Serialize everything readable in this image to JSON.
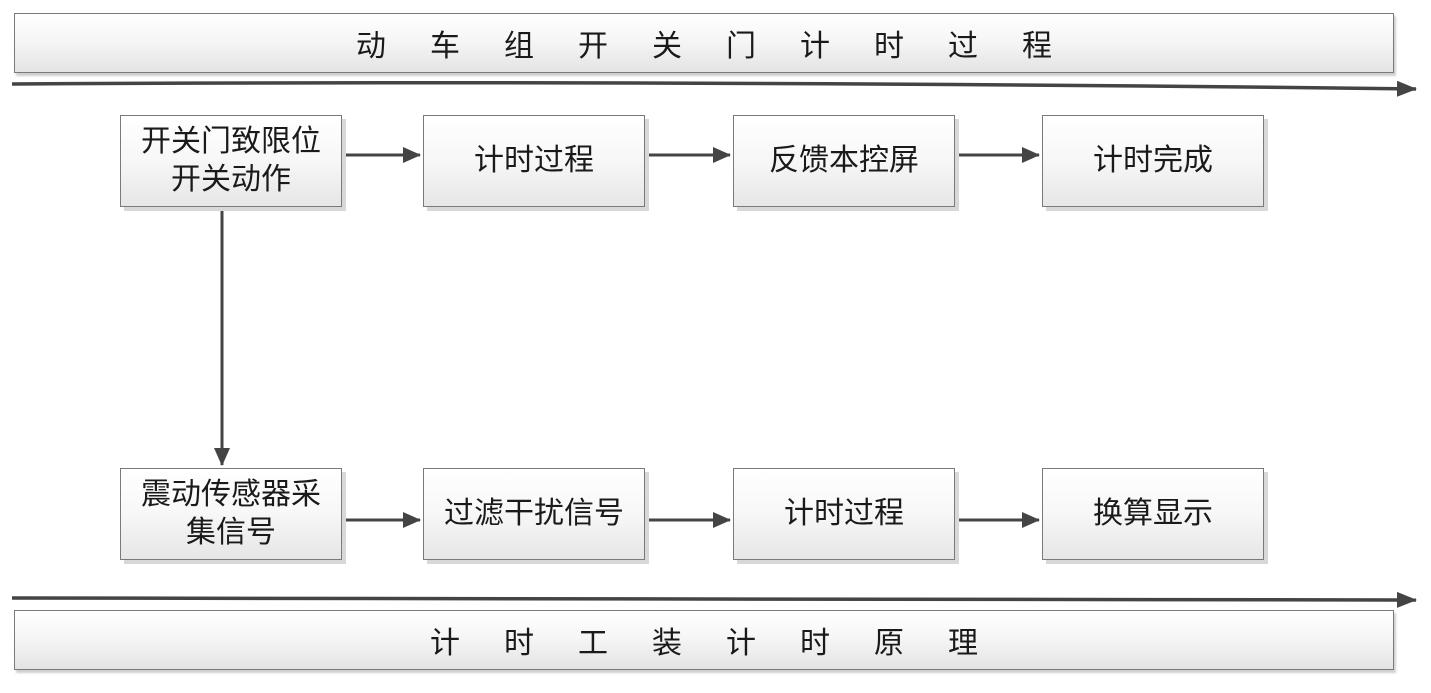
{
  "banners": {
    "top": "动车组开关门计时过程",
    "bottom": "计时工装计时原理"
  },
  "nodes": {
    "row1": [
      "开关门致限位开关动作",
      "计时过程",
      "反馈本控屏",
      "计时完成"
    ],
    "row2": [
      "震动传感器采集信号",
      "过滤干扰信号",
      "计时过程",
      "换算显示"
    ]
  }
}
